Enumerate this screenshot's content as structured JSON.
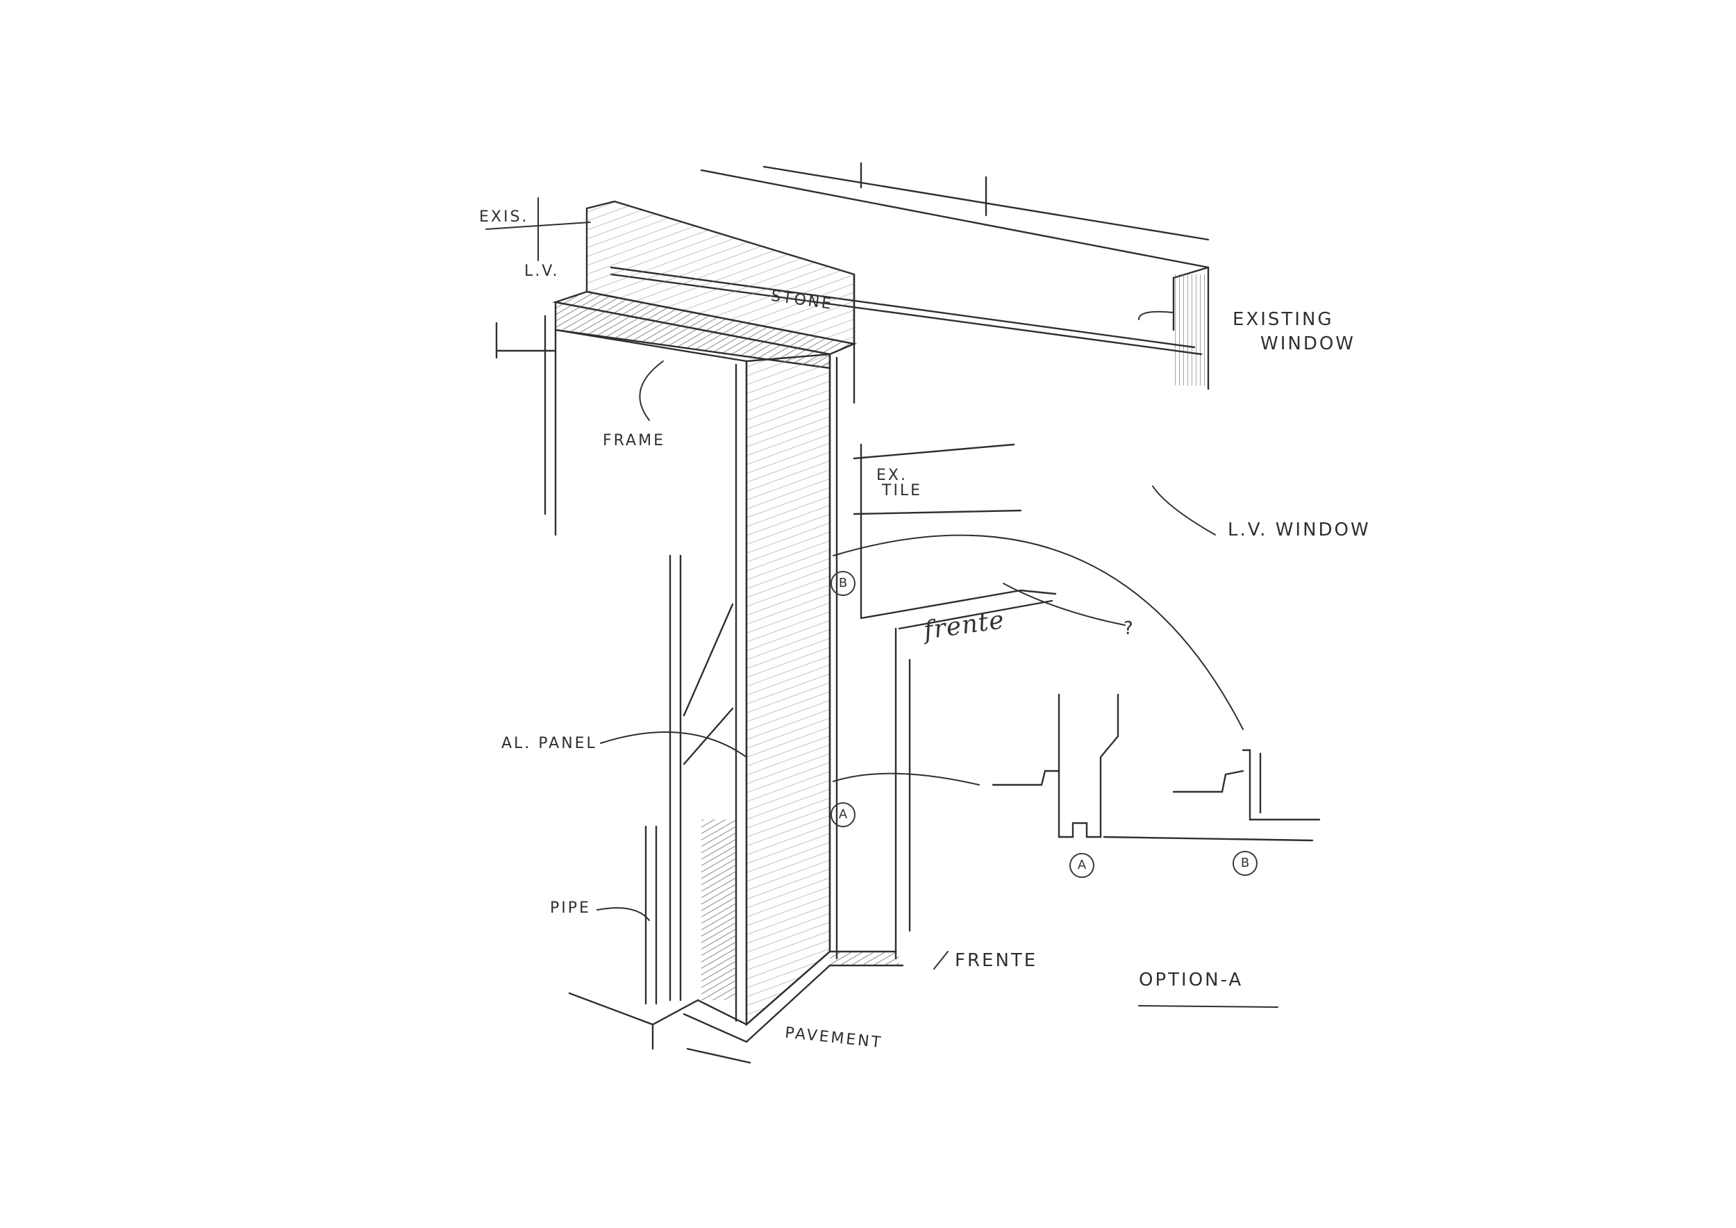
{
  "labels": {
    "exis": "EXIS.",
    "lv": "L.V.",
    "stone": "STONE",
    "frame": "FRAME",
    "existing_window_1": "EXISTING",
    "existing_window_2": "WINDOW",
    "ex_tile_1": "EX.",
    "ex_tile_2": "TILE",
    "lv_window": "L.V. WINDOW",
    "frente_top": "frente",
    "question": "?",
    "al_panel": "AL. PANEL",
    "pipe": "PIPE",
    "pavement": "PAVEMENT",
    "frente_bottom": "FRENTE",
    "option": "OPTION-A"
  },
  "markers": {
    "a": "A",
    "b": "B"
  },
  "colors": {
    "ink": "#2f2f2f",
    "paper": "#ffffff",
    "shade": "#8a8a8a"
  }
}
